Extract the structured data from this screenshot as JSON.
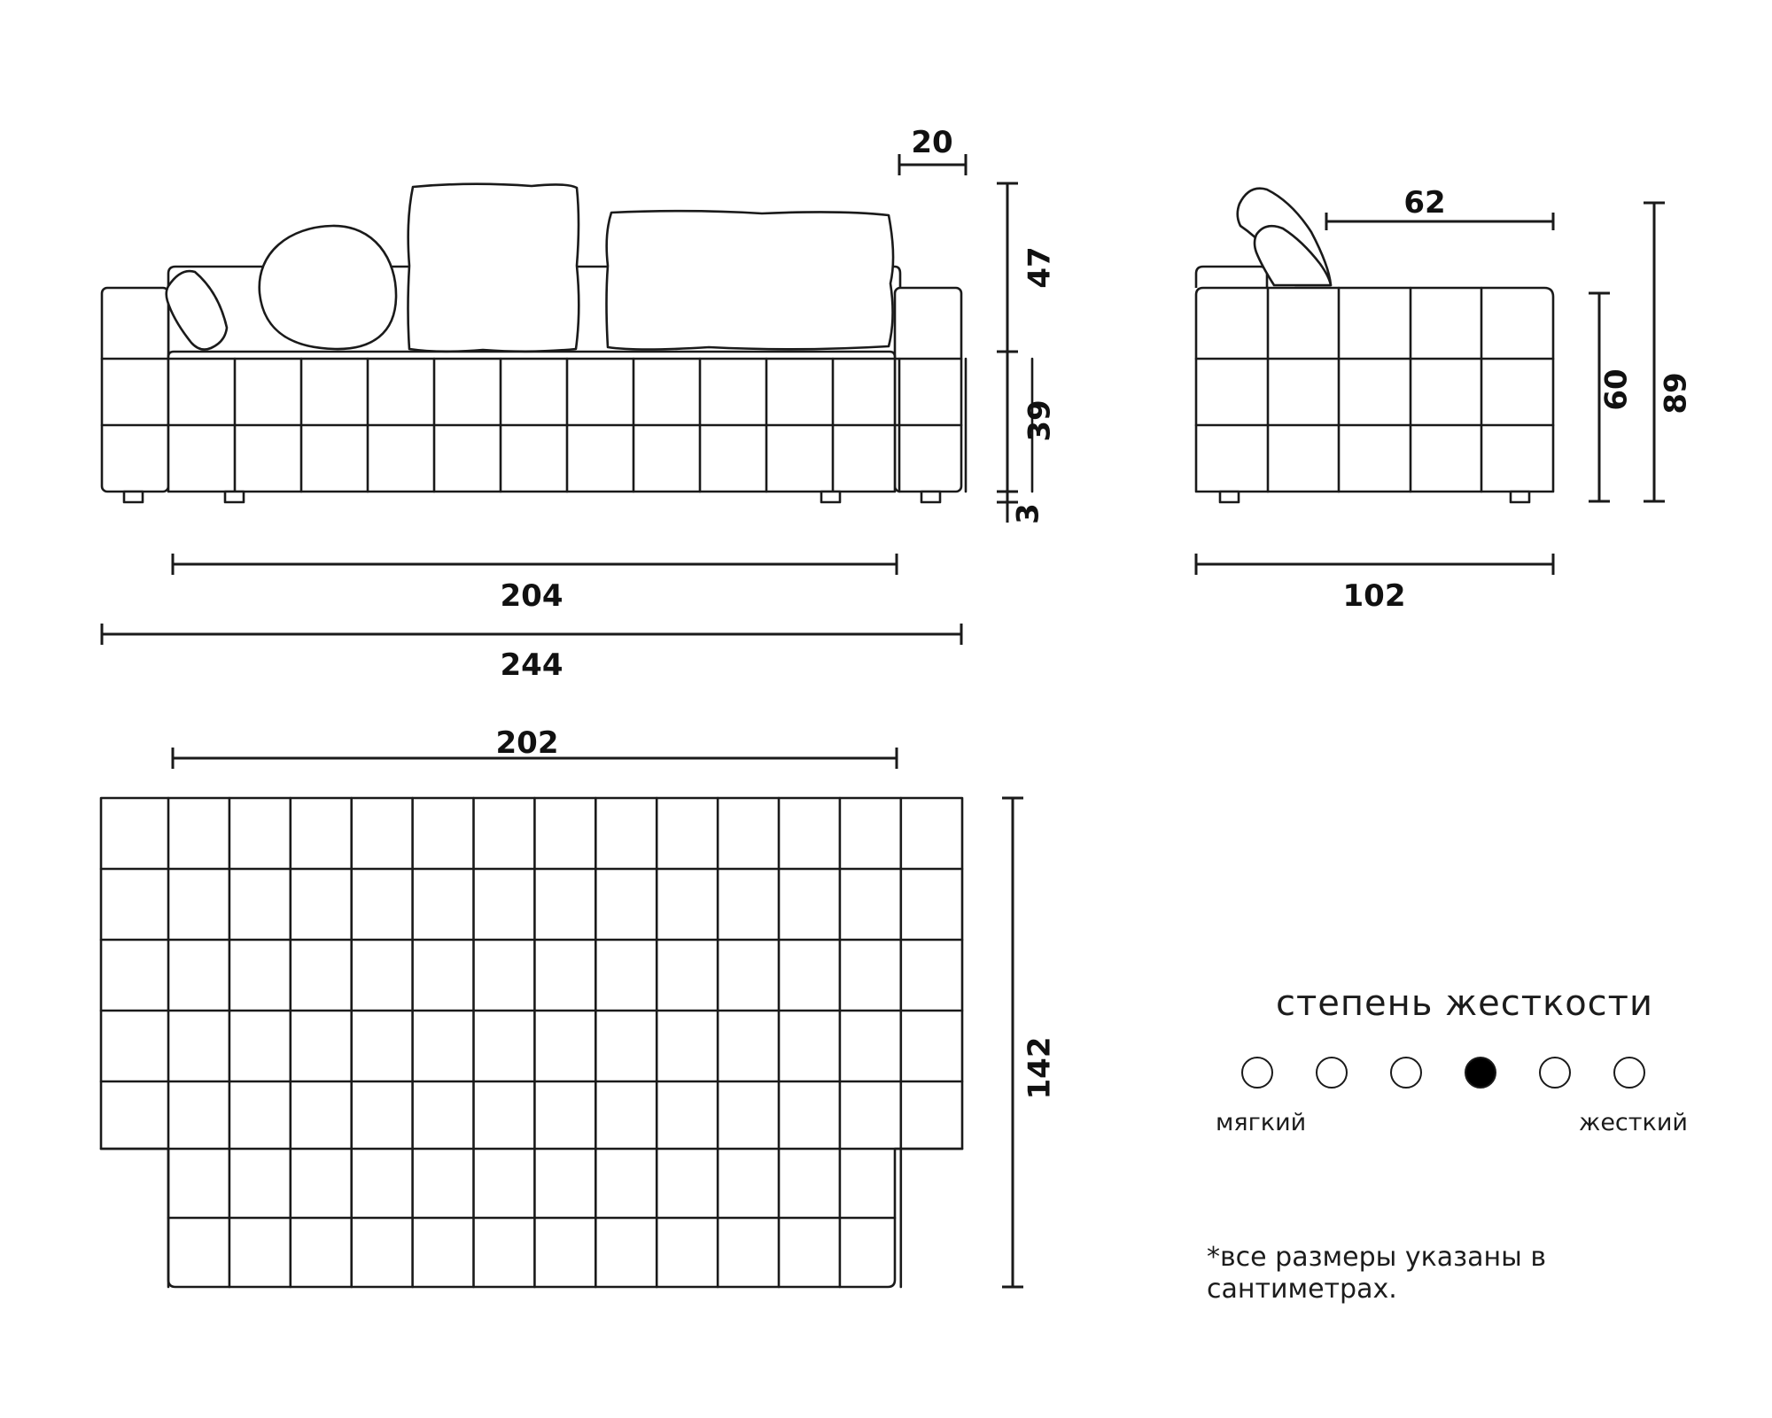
{
  "dimensions": {
    "backrest_cushion_depth": "20",
    "back_height": "47",
    "seat_height": "39",
    "leg_height": "3",
    "inner_width": "204",
    "total_width": "244",
    "side_seat_depth": "62",
    "seat_level_height": "60",
    "total_height": "89",
    "total_depth": "102",
    "bed_length": "202",
    "bed_width": "142"
  },
  "firmness": {
    "title": "степень жесткости",
    "min_label": "мягкий",
    "max_label": "жесткий",
    "levels": 6,
    "selected": 4
  },
  "footnote": "*все размеры указаны в сантиметрах."
}
